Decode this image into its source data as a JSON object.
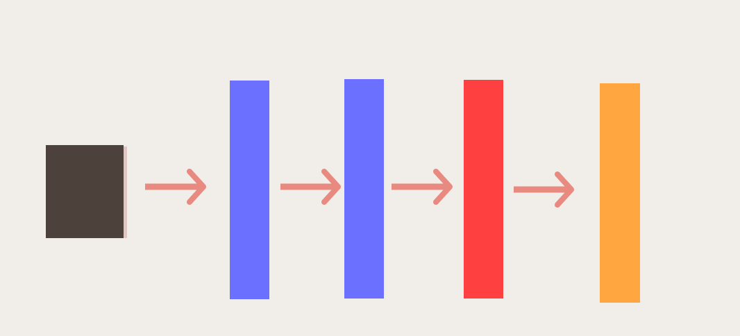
{
  "diagram": {
    "colors": {
      "background": "#f1ede9",
      "arrow": "#e88a80"
    },
    "blocks": [
      {
        "id": "input-square",
        "shape": "square",
        "color": "#4c423b"
      },
      {
        "id": "layer-1",
        "shape": "bar",
        "color": "#6b70ff"
      },
      {
        "id": "layer-2",
        "shape": "bar",
        "color": "#6b70ff"
      },
      {
        "id": "layer-3",
        "shape": "bar",
        "color": "#ff4040"
      },
      {
        "id": "layer-4",
        "shape": "bar",
        "color": "#ffa640"
      }
    ],
    "arrows": [
      {
        "from": "input-square",
        "to": "layer-1"
      },
      {
        "from": "layer-1",
        "to": "layer-2"
      },
      {
        "from": "layer-2",
        "to": "layer-3"
      },
      {
        "from": "layer-3",
        "to": "layer-4"
      }
    ]
  }
}
